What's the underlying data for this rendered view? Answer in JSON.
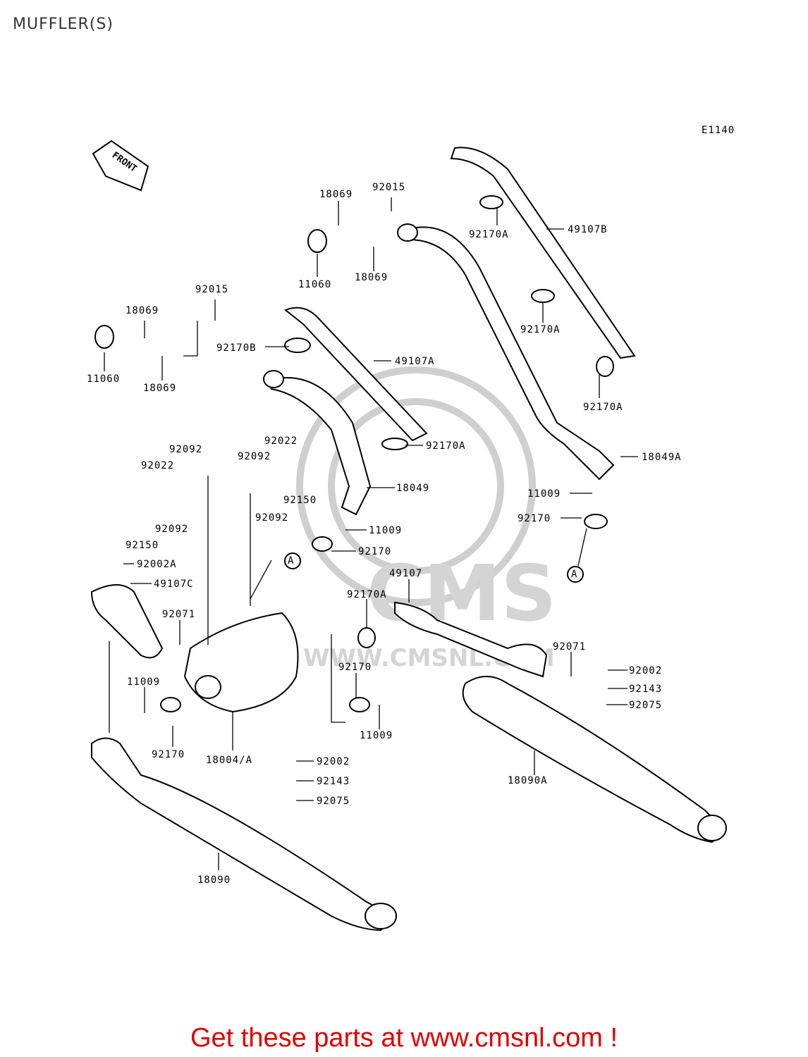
{
  "title": "MUFFLER(S)",
  "diagram_code": "E1140",
  "front_label": "FRONT",
  "callout_A": "A",
  "watermark": {
    "main": "CMS",
    "url": "WWW.CMSNL.COM"
  },
  "labels": {
    "p18069_top_l": "18069",
    "p92015_top": "92015",
    "p11060_top": "11060",
    "p18069_top_b": "18069",
    "p92170A_1": "92170A",
    "p49107B": "49107B",
    "p92170A_2": "92170A",
    "p92170A_3": "92170A",
    "p92015_mid": "92015",
    "p18069_mid": "18069",
    "p11060_mid": "11060",
    "p18069_mid_b": "18069",
    "p92170B": "92170B",
    "p49107A": "49107A",
    "p92170A_4": "92170A",
    "p18049A": "18049A",
    "p11009_r": "11009",
    "p92170_r": "92170",
    "p92092_a": "92092",
    "p92022_a": "92022",
    "p92092_b": "92092",
    "p92150_a": "92150",
    "p92092_c": "92092",
    "p92022_b": "92022",
    "p92092_d": "92092",
    "p92150_b": "92150",
    "p18049": "18049",
    "p11009_m": "11009",
    "p92170_m": "92170",
    "p92002A": "92002A",
    "p49107C": "49107C",
    "p92071_l": "92071",
    "p49107": "49107",
    "p92170A_5": "92170A",
    "p92071_r": "92071",
    "p92002_r": "92002",
    "p92143_r": "92143",
    "p92075_r": "92075",
    "p11009_l": "11009",
    "p92170_c": "92170",
    "p11009_c": "11009",
    "p92170_l": "92170",
    "p18004A": "18004/A",
    "p92002_c": "92002",
    "p92143_c": "92143",
    "p92075_c": "92075",
    "p18090A": "18090A",
    "p18090": "18090"
  },
  "footer": "Get these parts at www.cmsnl.com !"
}
